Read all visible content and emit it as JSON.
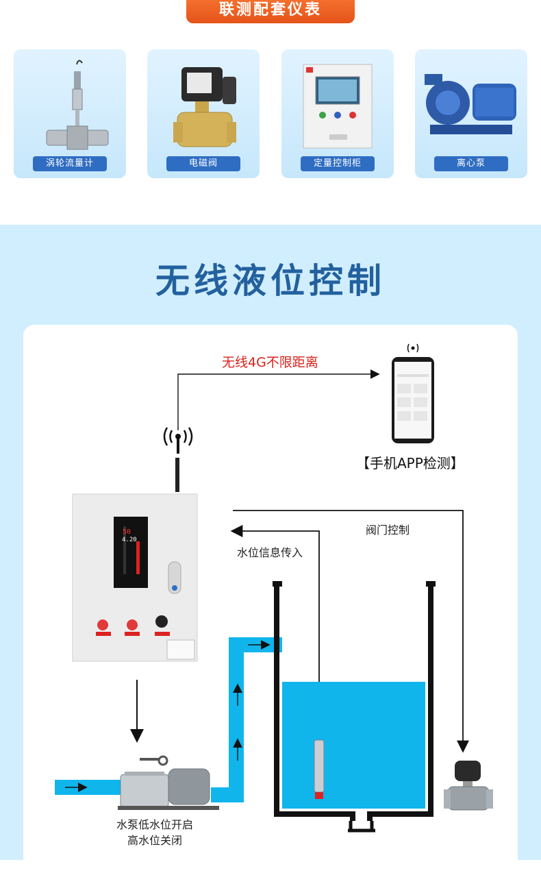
{
  "header": {
    "title": "联测配套仪表"
  },
  "instruments": [
    {
      "label": "涡轮流量计",
      "icon": "turbine-flowmeter-icon"
    },
    {
      "label": "电磁阀",
      "icon": "solenoid-valve-icon"
    },
    {
      "label": "定量控制柜",
      "icon": "control-cabinet-icon"
    },
    {
      "label": "离心泵",
      "icon": "centrifugal-pump-icon"
    }
  ],
  "section": {
    "title": "无线液位控制"
  },
  "diagram": {
    "wireless_label": "无线4G不限距离",
    "app_label": "【手机APP检测】",
    "valve_control": "阀门控制",
    "level_signal": "水位信息传入",
    "pump_line1": "水泵低水位开启",
    "pump_line2": "高水位关闭",
    "display_top": "50",
    "display_mid": "4.20"
  },
  "colors": {
    "ribbon": "#ee6222",
    "label_bg": "#2f6dc2",
    "title": "#23619e",
    "water": "#1eb3e8",
    "red_text": "#d8221c"
  }
}
